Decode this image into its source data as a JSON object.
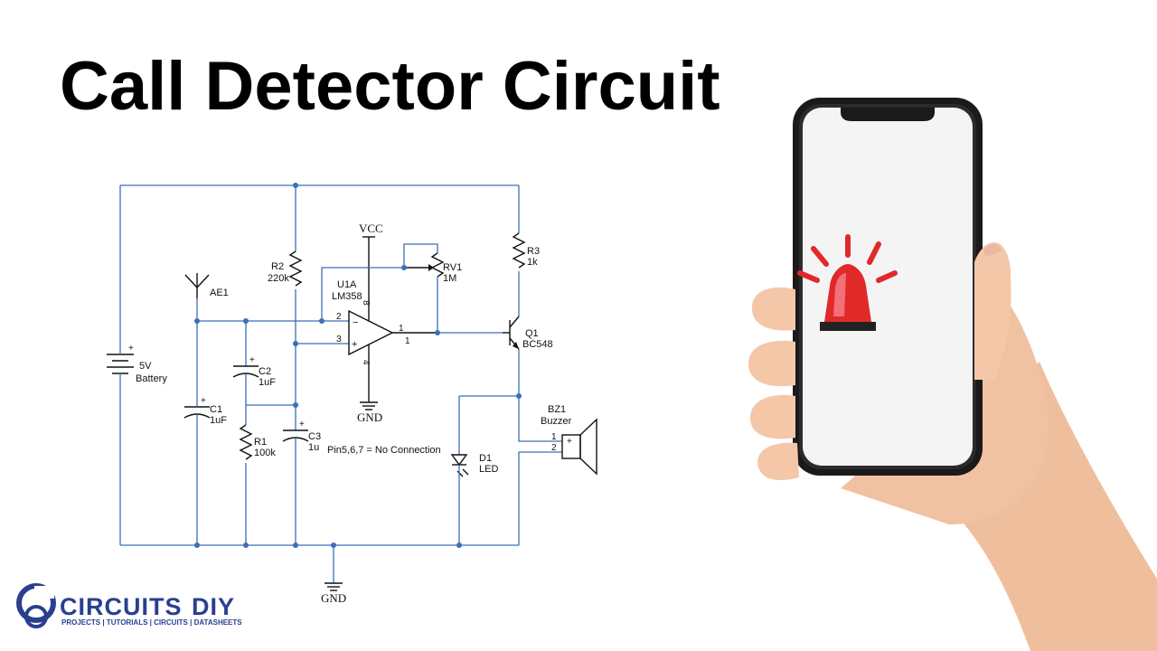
{
  "title": "Call Detector Circuit",
  "labels": {
    "vcc": "VCC",
    "gnd_top": "GND",
    "gnd_bottom": "GND",
    "battery_value": "5V",
    "battery_name": "Battery",
    "antenna": "AE1",
    "r2_name": "R2",
    "r2_value": "220k",
    "u1_name": "U1A",
    "u1_value": "LM358",
    "rv1_name": "RV1",
    "rv1_value": "1M",
    "r3_name": "R3",
    "r3_value": "1k",
    "q1_name": "Q1",
    "q1_value": "BC548",
    "c2_name": "C2",
    "c2_value": "1uF",
    "c1_name": "C1",
    "c1_value": "1uF",
    "c3_name": "C3",
    "c3_value": "1u",
    "r1_name": "R1",
    "r1_value": "100k",
    "bz1_name": "BZ1",
    "bz1_value": "Buzzer",
    "d1_name": "D1",
    "d1_value": "LED",
    "note": "Pin5,6,7 = No Connection",
    "pin2": "2",
    "pin3": "3",
    "pin1a": "1",
    "pin1b": "1",
    "pin8": "8",
    "pin4": "4",
    "bz_pin1": "1",
    "bz_pin2": "2",
    "plus": "+",
    "minus": "−"
  },
  "logo": {
    "main_left": "CIRCUITS",
    "main_right": "DIY",
    "tagline": "PROJECTS | TUTORIALS | CIRCUITS | DATASHEETS"
  },
  "colors": {
    "wire": "#3b6fb6",
    "alarm_red": "#e02a2a",
    "brand_blue": "#2a3f8f",
    "skin": "#f3c7a8"
  }
}
